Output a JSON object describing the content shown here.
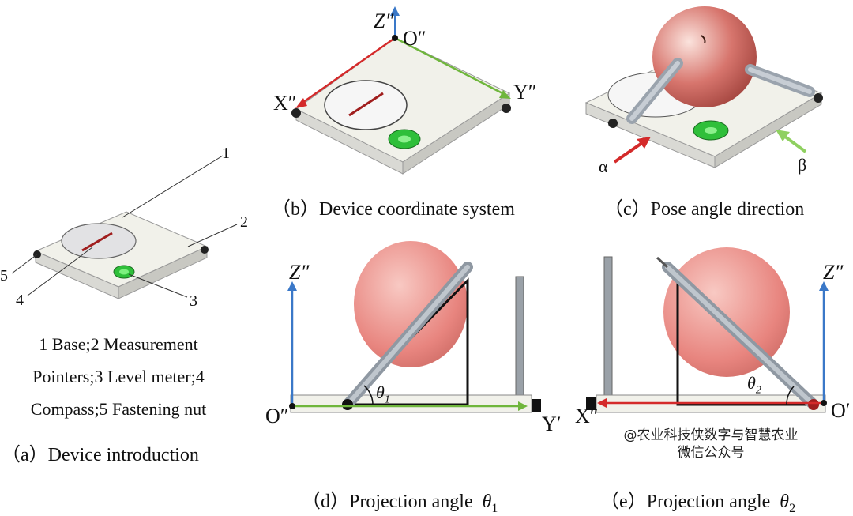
{
  "panel_a": {
    "caption": "（a）Device introduction",
    "legend_lines": [
      "1 Base;2 Measurement",
      "Pointers;3 Level meter;4",
      "Compass;5 Fastening nut"
    ],
    "callouts": [
      "1",
      "2",
      "3",
      "4",
      "5"
    ]
  },
  "panel_b": {
    "caption": "（b）Device coordinate system",
    "axes": {
      "z": "Z″",
      "origin": "O″",
      "x": "X″",
      "y": "Y″"
    }
  },
  "panel_c": {
    "caption": "（c）Pose angle direction",
    "alpha": "α",
    "beta": "β"
  },
  "panel_d": {
    "caption_prefix": "（d）Projection angle",
    "caption_symbol": "θ",
    "caption_sub": "1",
    "angle_label": "θ",
    "angle_sub": "1",
    "z": "Z″",
    "origin": "O″",
    "y": "Y′"
  },
  "panel_e": {
    "caption_prefix": "（e）Projection angle",
    "caption_symbol": "θ",
    "caption_sub": "2",
    "angle_label": "θ",
    "angle_sub": "2",
    "z": "Z″",
    "origin": "O′",
    "x": "X″"
  },
  "watermark": {
    "line1": "@农业科技侠数字与智慧农业",
    "line2": "微信公众号"
  },
  "colors": {
    "x_axis": "#d42a2a",
    "y_axis": "#6fb63c",
    "z_axis": "#3a78c8",
    "apple": "#e8857f",
    "level_green": "#2fbf3a"
  }
}
